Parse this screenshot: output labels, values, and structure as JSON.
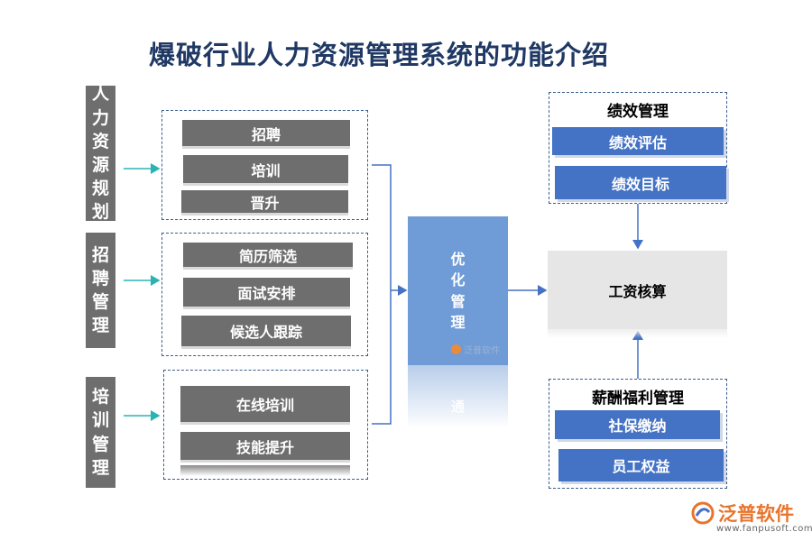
{
  "title": "爆破行业人力资源管理系统的功能介绍",
  "left_groups": [
    {
      "label": "人力资源规划",
      "items": [
        "招聘",
        "培训",
        "晋升"
      ]
    },
    {
      "label": "招聘管理",
      "items": [
        "简历筛选",
        "面试安排",
        "候选人跟踪"
      ]
    },
    {
      "label": "培训管理",
      "items": [
        "在线培训",
        "技能提升"
      ]
    }
  ],
  "center": {
    "label": "优化管理",
    "reflection": "通",
    "watermark": "泛普软件"
  },
  "performance": {
    "title": "绩效管理",
    "items": [
      "绩效评估",
      "绩效目标"
    ]
  },
  "payroll": {
    "label": "工资核算"
  },
  "benefits": {
    "title": "薪酬福利管理",
    "items": [
      "社保缴纳",
      "员工权益"
    ]
  },
  "logo": {
    "name": "泛普软件",
    "url": "www.fanpusoft.com"
  },
  "colors": {
    "title": "#1f3864",
    "gray": "#6e6e6e",
    "blue": "#4472c4",
    "center": "#6f9bd7",
    "teal_arrow": "#2bb3b3",
    "blue_line": "#4472c4",
    "logo": "#e8742c"
  }
}
